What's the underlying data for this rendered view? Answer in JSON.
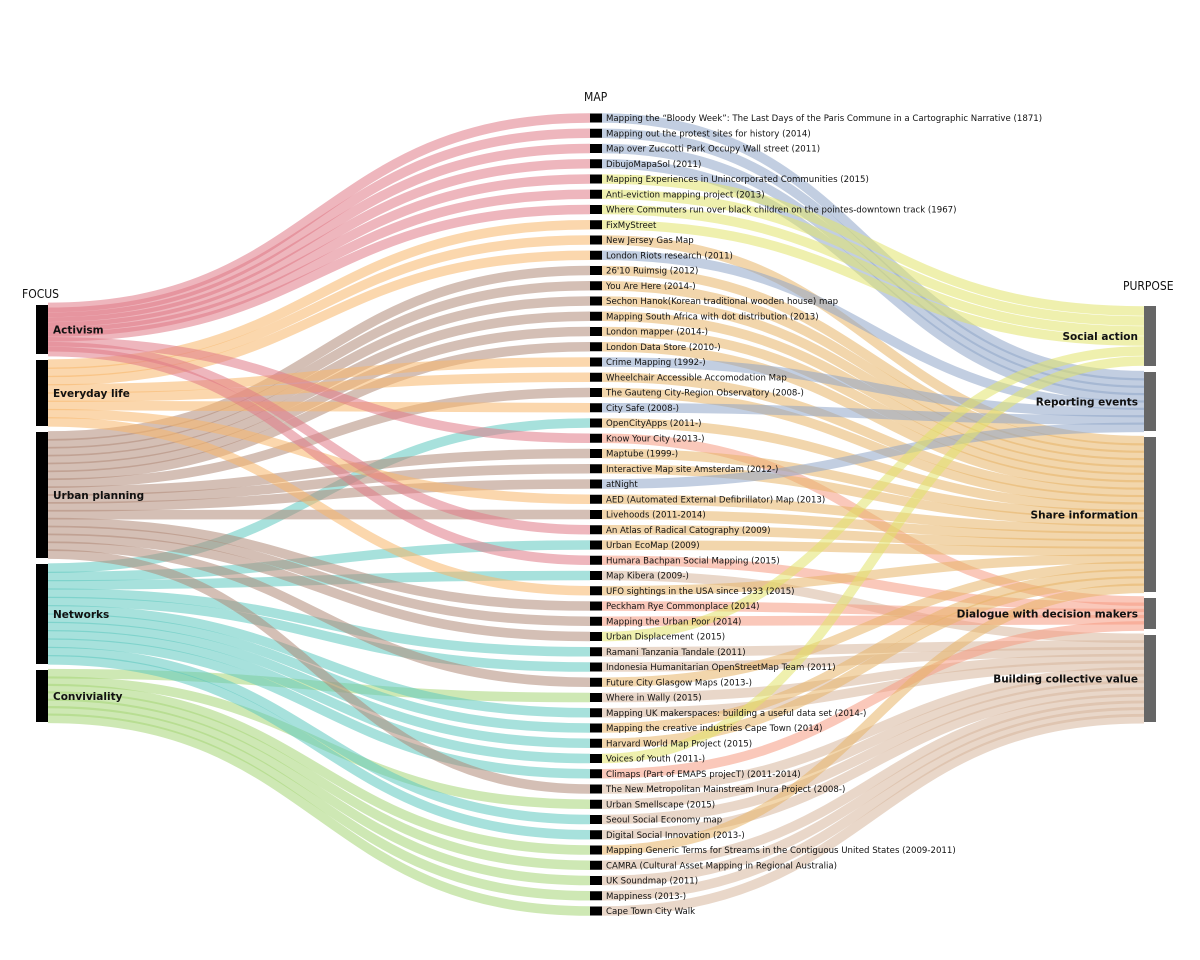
{
  "headings": {
    "focus": "FOCUS",
    "map": "MAP",
    "purpose": "PURPOSE"
  },
  "focus": [
    {
      "id": "Activism",
      "label": "Activism",
      "color": "#e07a87"
    },
    {
      "id": "Everyday",
      "label": "Everyday life",
      "color": "#f7b66a"
    },
    {
      "id": "Urban",
      "label": "Urban planning",
      "color": "#b08a78"
    },
    {
      "id": "Networks",
      "label": "Networks",
      "color": "#5ec8bf"
    },
    {
      "id": "Conviviality",
      "label": "Conviviality",
      "color": "#a6d676"
    }
  ],
  "purpose": [
    {
      "id": "Social",
      "label": "Social action",
      "color": "#e2e36b"
    },
    {
      "id": "Reporting",
      "label": "Reporting events",
      "color": "#8fa5c8"
    },
    {
      "id": "Share",
      "label": "Share information",
      "color": "#e7b468"
    },
    {
      "id": "Dialogue",
      "label": "Dialogue with decision makers",
      "color": "#f59a82"
    },
    {
      "id": "Building",
      "label": "Building collective value",
      "color": "#d7b79c"
    }
  ],
  "maps": [
    {
      "label": "Mapping the “Bloody Week”: The Last Days of the Paris Commune in a Cartographic Narrative (1871)",
      "focus": "Activism",
      "purpose": "Reporting"
    },
    {
      "label": "Mapping out the protest sites for history (2014)",
      "focus": "Activism",
      "purpose": "Reporting"
    },
    {
      "label": "Map over Zuccotti Park Occupy Wall street (2011)",
      "focus": "Activism",
      "purpose": "Reporting"
    },
    {
      "label": "DibujoMapaSol (2011)",
      "focus": "Activism",
      "purpose": "Reporting"
    },
    {
      "label": "Mapping Experiences in Unincorporated Communities (2015)",
      "focus": "Activism",
      "purpose": "Social"
    },
    {
      "label": "Anti-eviction mapping project (2013)",
      "focus": "Activism",
      "purpose": "Social"
    },
    {
      "label": "Where Commuters run over black children on the pointes-downtown track (1967)",
      "focus": "Activism",
      "purpose": "Social"
    },
    {
      "label": "FixMyStreet",
      "focus": "Everyday",
      "purpose": "Social"
    },
    {
      "label": "New Jersey Gas Map",
      "focus": "Everyday",
      "purpose": "Share"
    },
    {
      "label": "London Riots research (2011)",
      "focus": "Everyday",
      "purpose": "Reporting"
    },
    {
      "label": "26'10 Ruimsig (2012)",
      "focus": "Urban",
      "purpose": "Share"
    },
    {
      "label": "You Are Here (2014-)",
      "focus": "Urban",
      "purpose": "Share"
    },
    {
      "label": "Sechon Hanok(Korean traditional wooden house) map",
      "focus": "Urban",
      "purpose": "Share"
    },
    {
      "label": "Mapping South Africa with dot distribution (2013)",
      "focus": "Urban",
      "purpose": "Share"
    },
    {
      "label": "London mapper (2014-)",
      "focus": "Urban",
      "purpose": "Share"
    },
    {
      "label": "London Data Store (2010-)",
      "focus": "Urban",
      "purpose": "Share"
    },
    {
      "label": "Crime Mapping (1992-)",
      "focus": "Everyday",
      "purpose": "Reporting"
    },
    {
      "label": "Wheelchair Accessible Accomodation Map",
      "focus": "Everyday",
      "purpose": "Share"
    },
    {
      "label": "The Gauteng City-Region Observatory (2008-)",
      "focus": "Urban",
      "purpose": "Share"
    },
    {
      "label": "City Safe (2008-)",
      "focus": "Everyday",
      "purpose": "Reporting"
    },
    {
      "label": "OpenCityApps (2011-)",
      "focus": "Networks",
      "purpose": "Share"
    },
    {
      "label": "Know Your City (2013-)",
      "focus": "Activism",
      "purpose": "Dialogue"
    },
    {
      "label": "Maptube (1999-)",
      "focus": "Urban",
      "purpose": "Share"
    },
    {
      "label": "Interactive Map site Amsterdam (2012-)",
      "focus": "Urban",
      "purpose": "Share"
    },
    {
      "label": "atNight",
      "focus": "Urban",
      "purpose": "Reporting"
    },
    {
      "label": "AED (Automated External Defibrillator) Map (2013)",
      "focus": "Everyday",
      "purpose": "Share"
    },
    {
      "label": "Livehoods (2011-2014)",
      "focus": "Urban",
      "purpose": "Share"
    },
    {
      "label": "An Atlas of Radical Catography (2009)",
      "focus": "Activism",
      "purpose": "Share"
    },
    {
      "label": "Urban EcoMap (2009)",
      "focus": "Networks",
      "purpose": "Share"
    },
    {
      "label": "Humara Bachpan Social Mapping (2015)",
      "focus": "Activism",
      "purpose": "Dialogue"
    },
    {
      "label": "Map Kibera (2009-)",
      "focus": "Networks",
      "purpose": "Building"
    },
    {
      "label": "UFO sightings in the USA since 1933 (2015)",
      "focus": "Everyday",
      "purpose": "Share"
    },
    {
      "label": "Peckham Rye Commonplace (2014)",
      "focus": "Urban",
      "purpose": "Dialogue"
    },
    {
      "label": "Mapping the Urban Poor (2014)",
      "focus": "Urban",
      "purpose": "Dialogue"
    },
    {
      "label": "Urban Displacement (2015)",
      "focus": "Urban",
      "purpose": "Social"
    },
    {
      "label": "Ramani Tanzania Tandale (2011)",
      "focus": "Networks",
      "purpose": "Building"
    },
    {
      "label": "Indonesia Humanitarian OpenStreetMap Team (2011)",
      "focus": "Networks",
      "purpose": "Building"
    },
    {
      "label": "Future City Glasgow Maps (2013-)",
      "focus": "Urban",
      "purpose": "Share"
    },
    {
      "label": "Where in Wally (2015)",
      "focus": "Conviviality",
      "purpose": "Building"
    },
    {
      "label": "Mapping UK makerspaces: building a useful data set (2014-)",
      "focus": "Networks",
      "purpose": "Building"
    },
    {
      "label": "Mapping the creative industries Cape Town (2014)",
      "focus": "Networks",
      "purpose": "Share"
    },
    {
      "label": "Harvard World Map Project (2015)",
      "focus": "Networks",
      "purpose": "Share"
    },
    {
      "label": "Voices of Youth (2011-)",
      "focus": "Networks",
      "purpose": "Social"
    },
    {
      "label": "Climaps (Part of EMAPS projecT) (2011-2014)",
      "focus": "Networks",
      "purpose": "Dialogue"
    },
    {
      "label": "The New Metropolitan Mainstream Inura Project (2008-)",
      "focus": "Urban",
      "purpose": "Building"
    },
    {
      "label": "Urban Smellscape (2015)",
      "focus": "Conviviality",
      "purpose": "Building"
    },
    {
      "label": "Seoul Social Economy map",
      "focus": "Networks",
      "purpose": "Building"
    },
    {
      "label": "Digital Social Innovation (2013-)",
      "focus": "Networks",
      "purpose": "Building"
    },
    {
      "label": "Mapping Generic Terms for Streams in the Contiguous United States (2009-2011)",
      "focus": "Conviviality",
      "purpose": "Share"
    },
    {
      "label": "CAMRA (Cultural Asset Mapping in Regional Australia)",
      "focus": "Conviviality",
      "purpose": "Building"
    },
    {
      "label": "UK Soundmap (2011)",
      "focus": "Conviviality",
      "purpose": "Building"
    },
    {
      "label": "Mappiness (2013-)",
      "focus": "Conviviality",
      "purpose": "Building"
    },
    {
      "label": "Cape Town City Walk",
      "focus": "Conviviality",
      "purpose": "Building"
    }
  ]
}
